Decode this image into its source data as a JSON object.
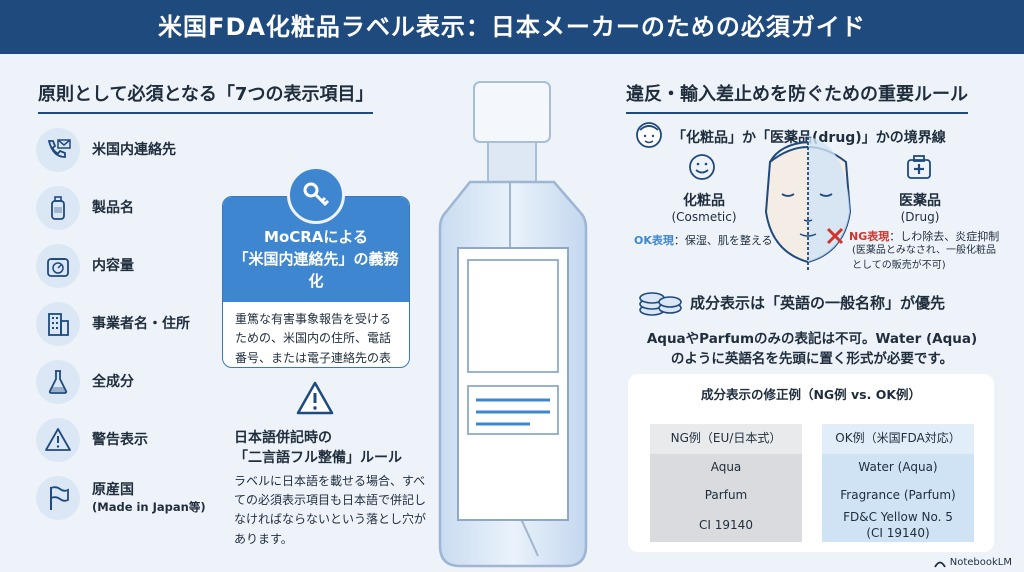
{
  "header": {
    "title": "米国FDA化粧品ラベル表示：日本メーカーのための必須ガイド"
  },
  "left": {
    "title": "原則として必須となる「7つの表示項目」",
    "items": [
      {
        "icon": "phone-mail-icon",
        "label": "米国内連絡先"
      },
      {
        "icon": "bottle-icon",
        "label": "製品名"
      },
      {
        "icon": "scale-icon",
        "label": "内容量"
      },
      {
        "icon": "building-icon",
        "label": "事業者名・住所"
      },
      {
        "icon": "flask-icon",
        "label": "全成分"
      },
      {
        "icon": "warning-icon",
        "label": "警告表示"
      },
      {
        "icon": "flag-icon",
        "label": "原産国",
        "sub": "(Made in Japan等)"
      }
    ]
  },
  "mocra": {
    "title_line1": "MoCRAによる",
    "title_line2": "「米国内連絡先」の義務化",
    "body": "重篤な有害事象報告を受けるための、米国内の住所、電話番号、または電子連絡先の表示が新たに義務付けられました。"
  },
  "bilingual": {
    "title_line1": "日本語併記時の",
    "title_line2": "「二言語フル整備」ルール",
    "body": "ラベルに日本語を載せる場合、すべての必須表示項目も日本語で併記しなければならないという落とし穴があります。"
  },
  "right": {
    "title": "違反・輸入差止めを防ぐための重要ルール",
    "boundary": {
      "title": "「化粧品」か「医薬品(drug)」かの境界線",
      "cosmetic_label": "化粧品",
      "cosmetic_en": "(Cosmetic)",
      "ok_prefix": "OK表現",
      "ok_text": "：保湿、肌を整える",
      "drug_label": "医薬品",
      "drug_en": "(Drug)",
      "ng_prefix": "NG表現",
      "ng_text": "：しわ除去、炎症抑制",
      "ng_note_line1": "(医薬品とみなされ、一般化粧品",
      "ng_note_line2": "としての販売が不可)"
    },
    "ingredients": {
      "title": "成分表示は「英語の一般名称」が優先",
      "body_line1": "AquaやParfumのみの表記は不可。Water (Aqua)",
      "body_line2": "のように英語名を先頭に置く形式が必要です。",
      "table_title": "成分表示の修正例（NG例 vs. OK例）",
      "ng_header": "NG例（EU/日本式）",
      "ok_header": "OK例（米国FDA対応）",
      "ng_rows": [
        "Aqua",
        "Parfum",
        "CI 19140"
      ],
      "ok_rows": [
        "Water (Aqua)",
        "Fragrance (Parfum)",
        "FD&C Yellow No. 5",
        "(CI 19140)"
      ]
    }
  },
  "footer": {
    "brand": "NotebookLM"
  },
  "colors": {
    "primary": "#1f4a7e",
    "accent": "#3f86d1",
    "ng": "#d0342c"
  }
}
